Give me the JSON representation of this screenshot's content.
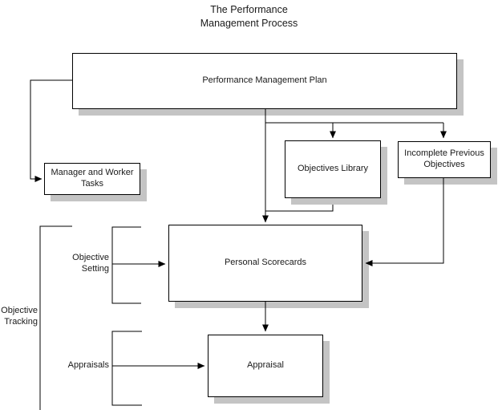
{
  "title": {
    "line1": "The Performance",
    "line2": "Management Process"
  },
  "colors": {
    "stroke": "#000000",
    "shadow": "#c4c4c4",
    "background": "#ffffff",
    "text": "#1a1a1a"
  },
  "nodes": {
    "plan": {
      "label": "Performance Management Plan"
    },
    "manager_tasks": {
      "line1": "Manager and Worker",
      "line2": "Tasks"
    },
    "objectives_library": {
      "label": "Objectives Library"
    },
    "incomplete_previous": {
      "line1": "Incomplete Previous",
      "line2": "Objectives"
    },
    "personal_scorecards": {
      "label": "Personal Scorecards"
    },
    "appraisal": {
      "label": "Appraisal"
    }
  },
  "brackets": {
    "objective_tracking": {
      "line1": "Objective",
      "line2": "Tracking"
    },
    "objective_setting": {
      "line1": "Objective",
      "line2": "Setting"
    },
    "appraisals": {
      "label": "Appraisals"
    }
  }
}
